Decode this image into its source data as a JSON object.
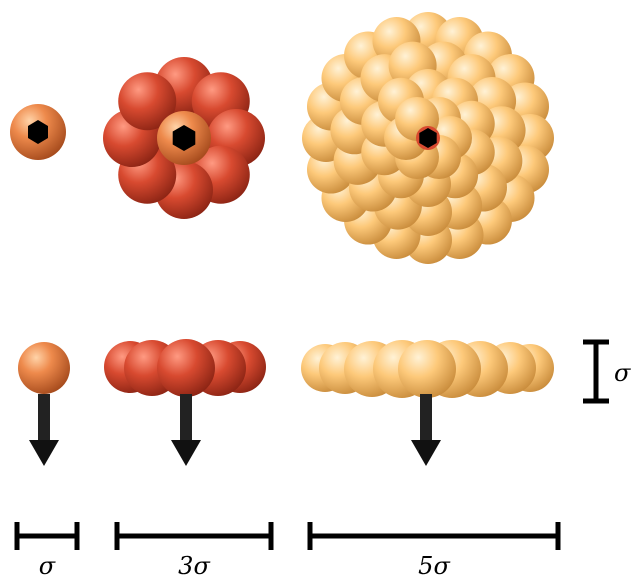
{
  "labels": {
    "scale_small": "σ",
    "scale_medium": "3σ",
    "scale_large": "5σ",
    "thickness": "σ"
  },
  "colors": {
    "small_particle": "#ee8a4c",
    "medium_particle": "#d84a30",
    "large_particle": "#fdc97a",
    "arrow": "#111111",
    "center_marker": "#000000"
  },
  "icons": {
    "top_view_marker": "hexagon-icon",
    "direction": "arrow-down-icon"
  }
}
